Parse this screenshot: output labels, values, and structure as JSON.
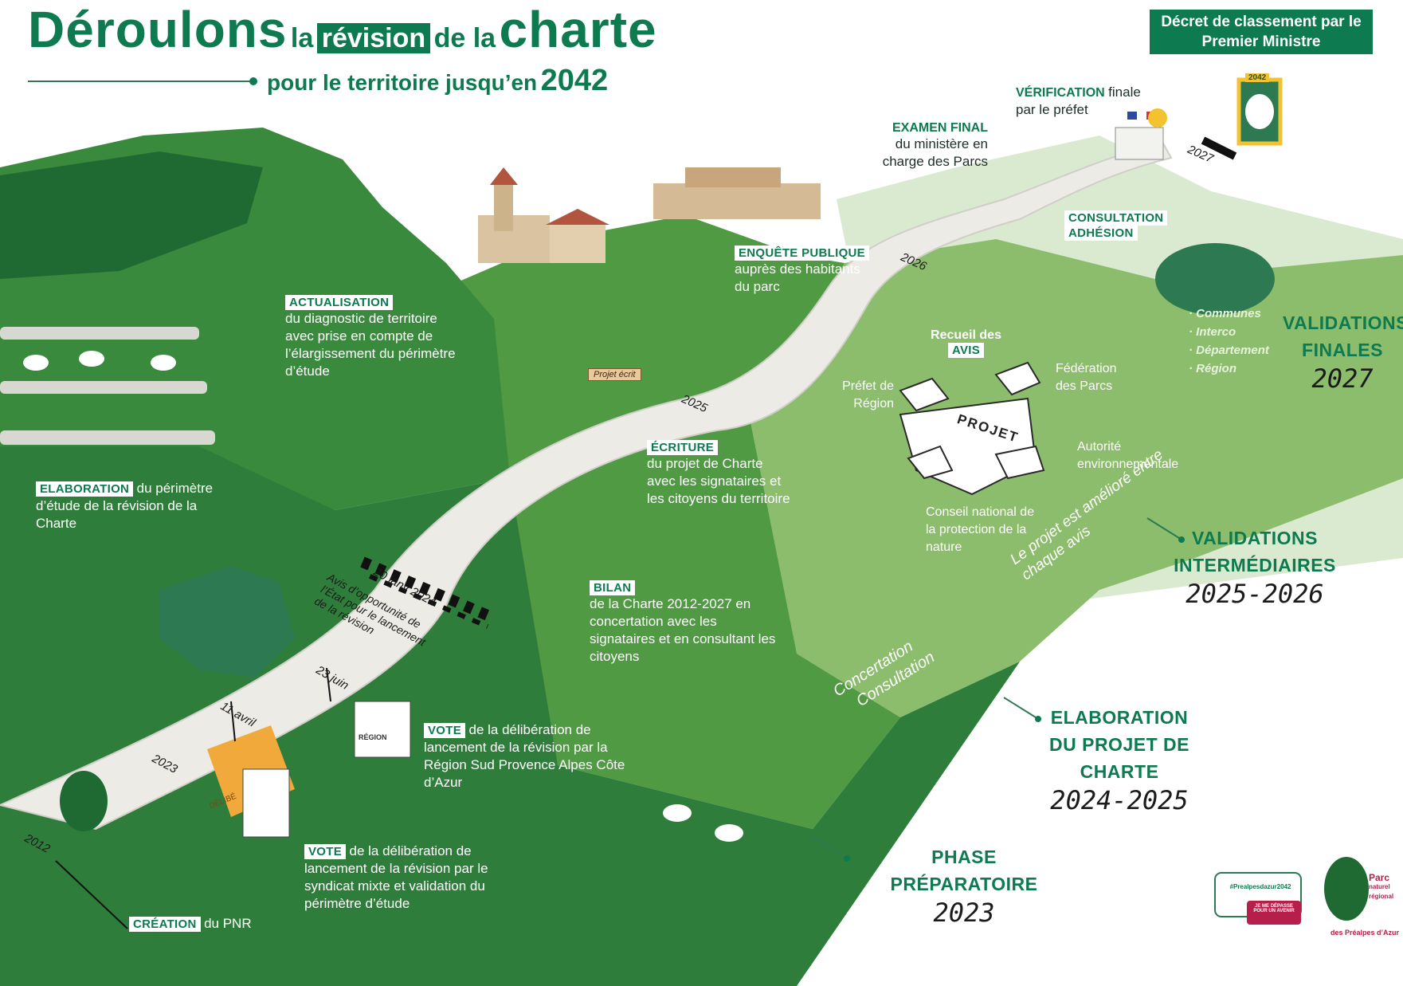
{
  "title": {
    "word1": "Déroulons",
    "word2": "la",
    "word3": "révision",
    "word4": "de la",
    "word5": "charte",
    "subtitle_prefix": "pour le territoire jusqu’en",
    "subtitle_year": "2042"
  },
  "decree": "Décret de classement par le Premier Ministre",
  "phases": {
    "finales": {
      "line1": "VALIDATIONS",
      "line2": "FINALES",
      "year": "2027"
    },
    "intermediaires": {
      "line1": "VALIDATIONS",
      "line2": "INTERMÉDIAIRES",
      "year": "2025-2026"
    },
    "elaboration": {
      "line1": "ELABORATION",
      "line2": "DU PROJET DE CHARTE",
      "year": "2024-2025"
    },
    "preparatoire": {
      "line1": "PHASE PRÉPARATOIRE",
      "year": "2023"
    }
  },
  "steps": {
    "creation": {
      "tag": "CRÉATION",
      "text": "du PNR"
    },
    "vote1": {
      "tag": "VOTE",
      "text": "de la délibération de lancement de la révision par le syndicat mixte et validation du périmètre d’étude"
    },
    "vote2": {
      "tag": "VOTE",
      "text": "de la délibération de lancement de la révision par la Région Sud Provence Alpes Côte d’Azur"
    },
    "elaboration": {
      "tag": "ELABORATION",
      "text1": "du périmètre",
      "text2": "d’étude de la révision de la",
      "text3": "Charte"
    },
    "actualisation": {
      "tag": "ACTUALISATION",
      "text": "du diagnostic de territoire avec prise en compte de l’élargissement du périmètre d’étude"
    },
    "bilan": {
      "tag": "BILAN",
      "text": "de la Charte 2012-2027 en concertation avec les signataires et en consultant les citoyens"
    },
    "ecriture": {
      "tag": "ÉCRITURE",
      "text": "du projet de Charte avec les signataires et les citoyens du territoire"
    },
    "enquete": {
      "tag": "ENQUÊTE PUBLIQUE",
      "text": "auprès des habitants du parc"
    },
    "examen": {
      "tag": "EXAMEN FINAL",
      "text": "du ministère en charge des Parcs"
    },
    "verification": {
      "tag": "VÉRIFICATION",
      "text1": "finale",
      "text2": "par le préfet"
    },
    "consultation": {
      "tag1": "CONSULTATION",
      "tag2": "ADHÉSION"
    },
    "recueil": {
      "text": "Recueil des",
      "tag": "AVIS"
    }
  },
  "consultation_list": [
    "· Communes",
    "· Interco",
    "· Département",
    "· Région"
  ],
  "avis": {
    "prefet": "Préfet de Région",
    "federation": "Fédération des Parcs",
    "autorite": "Autorité environnementale",
    "conseil": "Conseil national de la protection de la nature",
    "projet": "PROJET",
    "ameliore": "Le projet est amélioré entre chaque avis"
  },
  "concertation": {
    "line1": "Concertation",
    "line2": "Consultation"
  },
  "road": {
    "y2012": "2012",
    "y2023": "2023",
    "avril": "11 avril",
    "juin": "23 juin",
    "janv": "20 janv 2024",
    "avis_etat": "Avis d’opportunité de l’État pour le lancement de la révision",
    "y2025": "2025",
    "y2026": "2026",
    "y2027": "2027",
    "projet_ecrit": "Projet écrit",
    "sign_2042": "2042"
  },
  "urne": {
    "front": "RÉGION",
    "paper": "DÉLIBÉ"
  },
  "logo": {
    "line1": "Parc",
    "line2": "naturel",
    "line3": "régional",
    "line4": "des Préalpes d’Azur"
  },
  "badge": {
    "hashtag": "#Prealpesdazur2042",
    "line": "JE ME DÉPASSE POUR UN AVENIR"
  },
  "colors": {
    "brand": "#0d7a4f",
    "grass_dark": "#2f7d3a",
    "grass_mid": "#4f9a43",
    "grass_light": "#8cbd6d",
    "grass_pale": "#d9ead0",
    "road": "#ecebe6"
  }
}
